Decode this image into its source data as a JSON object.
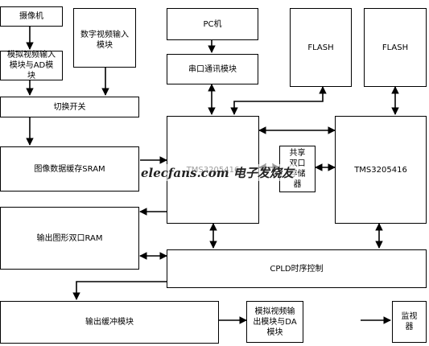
{
  "blocks": {
    "camera": "摄像机",
    "digital_video_input": "数字视频输入模块",
    "pc": "PC机",
    "flash_left": "FLASH",
    "flash_right": "FLASH",
    "analog_video_ad": "模拟视频输入模块与AD模块",
    "serial_comm": "串口通讯模块",
    "switch": "切换开关",
    "dsp_left": "TMS3205416",
    "dsp_right": "TMS3205416",
    "shared_dual_port": "共享双口存储器",
    "image_sram": "图像数据缓存SRAM",
    "output_graphic_ram": "输出图形双口RAM",
    "cpld": "CPLD时序控制",
    "output_buffer": "输出缓冲模块",
    "analog_video_out_da": "模拟视频输出模块与DA模块",
    "monitor": "监视器"
  },
  "watermark": "elecfans.com 电子发烧友"
}
